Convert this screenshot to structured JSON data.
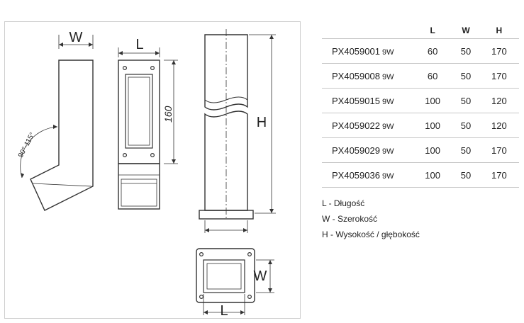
{
  "drawing": {
    "labels": {
      "w_side": "W",
      "l_front": "L",
      "height_front": "160",
      "angle": "90°-115°",
      "h_tall": "H",
      "w_base": "W",
      "l_base": "L"
    }
  },
  "table": {
    "headers": [
      "",
      "L",
      "W",
      "H"
    ],
    "rows": [
      {
        "model": "PX4059001",
        "power": "9W",
        "l": "60",
        "w": "50",
        "h": "170"
      },
      {
        "model": "PX4059008",
        "power": "9W",
        "l": "60",
        "w": "50",
        "h": "170"
      },
      {
        "model": "PX4059015",
        "power": "9W",
        "l": "100",
        "w": "50",
        "h": "120"
      },
      {
        "model": "PX4059022",
        "power": "9W",
        "l": "100",
        "w": "50",
        "h": "120"
      },
      {
        "model": "PX4059029",
        "power": "9W",
        "l": "100",
        "w": "50",
        "h": "170"
      },
      {
        "model": "PX4059036",
        "power": "9W",
        "l": "100",
        "w": "50",
        "h": "170"
      }
    ]
  },
  "legend": [
    "L - Długość",
    "W - Szerokość",
    "H - Wysokość / głębokość"
  ],
  "colors": {
    "line": "#333333",
    "border": "#c7c7c7"
  }
}
